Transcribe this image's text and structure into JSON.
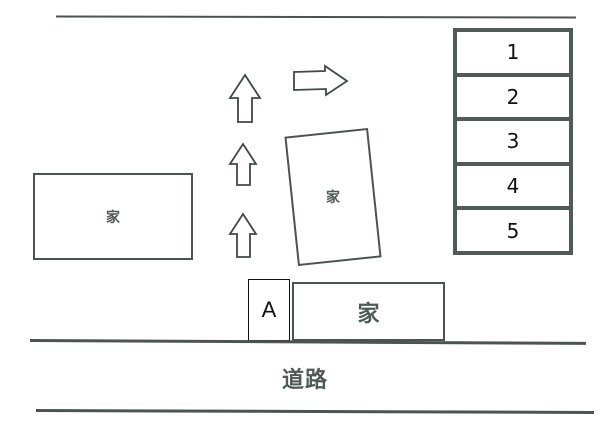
{
  "diagram": {
    "type": "parking-lot-site-map",
    "colors": {
      "line": "#4a5450",
      "text_kanji": "#4e5a55",
      "text_label": "#111111",
      "background": "#ffffff"
    },
    "houses": [
      {
        "id": "left",
        "label": "家"
      },
      {
        "id": "center-tilted",
        "label": "家"
      },
      {
        "id": "bottom",
        "label": "家"
      }
    ],
    "parking_spaces": [
      {
        "number": "1"
      },
      {
        "number": "2"
      },
      {
        "number": "3"
      },
      {
        "number": "4"
      },
      {
        "number": "5"
      }
    ],
    "marker_a": {
      "label": "A"
    },
    "road": {
      "label": "道路"
    },
    "arrows": [
      {
        "direction": "up",
        "position": "top"
      },
      {
        "direction": "up",
        "position": "middle"
      },
      {
        "direction": "up",
        "position": "bottom"
      },
      {
        "direction": "right",
        "position": "top-right"
      }
    ]
  }
}
